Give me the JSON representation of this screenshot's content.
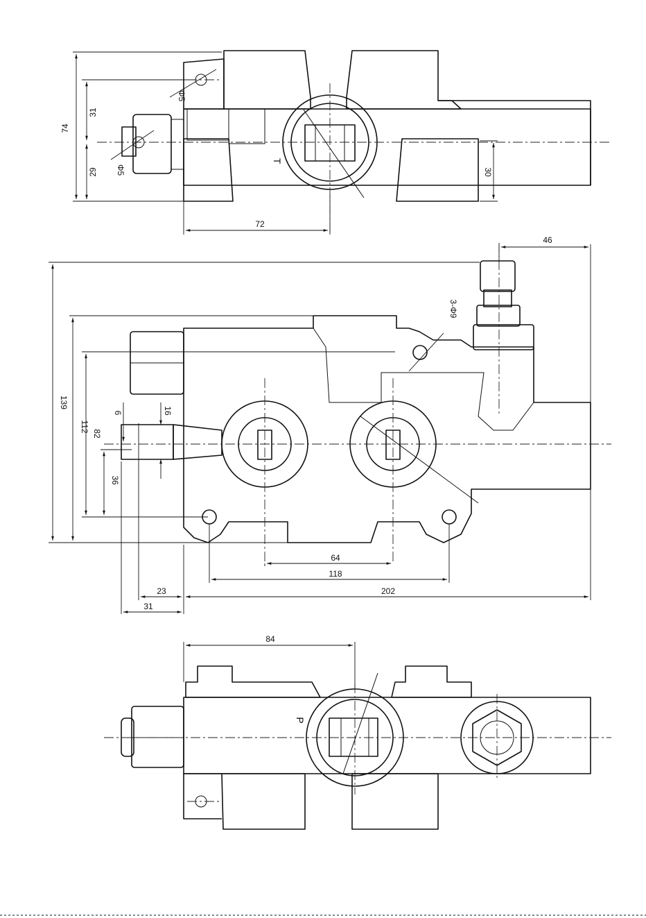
{
  "views": {
    "top": {
      "dims": {
        "d74": "74",
        "d31": "31",
        "d29": "29",
        "d30": "30",
        "d72": "72",
        "phi5a": "Φ5",
        "phi5b": "Φ5"
      },
      "port": "T"
    },
    "front": {
      "dims": {
        "d46": "46",
        "d3phi9": "3-Φ9",
        "d139": "139",
        "d112": "112",
        "d82": "82",
        "d6": "6",
        "d16": "16",
        "d36": "36",
        "d64": "64",
        "d118": "118",
        "d23": "23",
        "d202": "202",
        "d31": "31"
      }
    },
    "bottom": {
      "dims": {
        "d84": "84"
      },
      "port": "P"
    }
  }
}
